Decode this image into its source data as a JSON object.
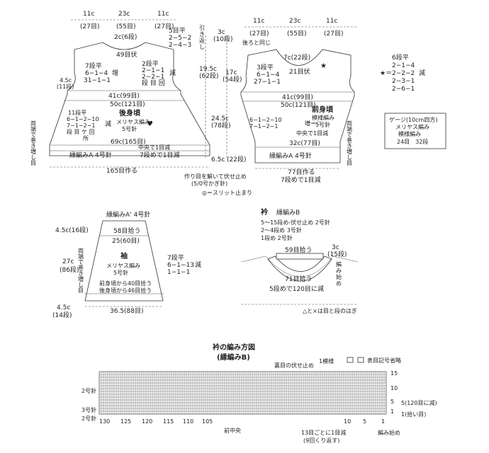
{
  "back": {
    "top": {
      "a": "11c",
      "a2": "(27目)",
      "b": "23c",
      "b2": "(55目)",
      "c": "11c",
      "c2": "(27目)"
    },
    "neck_center": "2c(6段)",
    "neck_bind": "49目伏",
    "neck_shape": [
      "5目平",
      "2−5−2",
      "2−4−3"
    ],
    "shoulder_left": [
      "7段平",
      "6−1−4",
      "31−1−1"
    ],
    "shoulder_right": [
      "2段平",
      "2−1−1",
      "2−2−1",
      "段 目 回"
    ],
    "inc": "増",
    "dec": "減",
    "left_meas": [
      "4.5c",
      "(11段)"
    ],
    "row41": "41c(99目)",
    "row50": "50c(121目)",
    "title": "後身頃",
    "stitch": [
      "メリヤス編み",
      "5号針"
    ],
    "skirt_left": [
      "11段平",
      "6−1−2−10",
      "7−1−2−1",
      "段 目 ケ 回",
      "所"
    ],
    "row69": "69c(165目)",
    "center_dec": "中央で1目減",
    "band": "縁編みA 4号針",
    "band_dec": "7段めで1目減",
    "cast": "165目作る",
    "side_note": "両端で巻き増し目"
  },
  "center": {
    "m3": "3c",
    "m3b": "(10段)",
    "pick": [
      "引",
      "き",
      "返",
      "し"
    ],
    "m19": "19.5c",
    "m19b": "(62段)",
    "m17": "17c",
    "m17b": "(54段)",
    "m24": "24.5c",
    "m24b": "(78段)",
    "m6": "6.5c",
    "m6b": "(22段)",
    "join": [
      "作り目を解いて伏せ止め",
      "(5/0号かぎ針)"
    ],
    "slit": "◎＝スリット止まり"
  },
  "front": {
    "top": {
      "a": "11c",
      "a2": "(27目)",
      "b": "23c",
      "b2": "(55目)",
      "c": "11c",
      "c2": "(27目)"
    },
    "same": "後ろと同じ",
    "neck": "7c(22段)",
    "neck_bind": "21目伏",
    "left": [
      "3段平",
      "6−1−4",
      "27−1−1"
    ],
    "row41": "41c(99目)",
    "row50": "50c(121目)",
    "title": "前身頃",
    "stitch": [
      "模様編み",
      "5号針"
    ],
    "skirt_left": [
      "6−1−2−10",
      "7−1−2−1"
    ],
    "same_skirt": "増＝♡",
    "center_dec": "中央で1目減",
    "row32": "32c(77目)",
    "band": "縁編みA 4号針",
    "cast": "77目作る",
    "band_dec": "7段めで1目減"
  },
  "legend": {
    "rows": [
      "6段平",
      "2−1−4",
      "2−2−2",
      "2−3−1",
      "2−6−1"
    ],
    "mark": "★＝",
    "dec": "減"
  },
  "gauge": {
    "lines": [
      "ゲージ(10cm四方)",
      "メリヤス編み",
      "模様編み",
      "24目　32段"
    ]
  },
  "sleeve": {
    "band": "縁編みA' 4号針",
    "top_meas": [
      "4.5c(16段)"
    ],
    "pick58": "58目拾う",
    "w25": "25(60目)",
    "title": "袖",
    "stitch": [
      "メリヤス編み",
      "5号針"
    ],
    "right": [
      "7段平",
      "6−1−13",
      "1−1−1"
    ],
    "dec": "減",
    "h27": [
      "27c",
      "(86段)"
    ],
    "side": "両端で巻き増し目",
    "pick_notes": [
      "前身頃から40目拾う",
      "後身頃から46目拾う"
    ],
    "bottom": "36.5(88目)",
    "bot_meas": [
      "4.5c",
      "(14段)"
    ]
  },
  "collar": {
    "title": "衿",
    "pattern": "縁編みB",
    "notes": [
      "5〜15段め-伏せ止め 2号針",
      "2〜4段め 3号針",
      "1段め 2号針"
    ],
    "pick59": "59目拾う",
    "meas": [
      "3c",
      "(15段)"
    ],
    "start": [
      "編",
      "み",
      "始",
      "め"
    ],
    "pick71": "71目拾う",
    "dec": "5段めで120目に減",
    "mark": "△と×は目と段のはぎ"
  },
  "chart": {
    "title": [
      "衿の編み方図",
      "(縁編みB)"
    ],
    "bind": "裏目の伏せ止め",
    "repeat": "1模様",
    "legend_note": "表目記号省略",
    "row_labels_left": [
      "2号針",
      "3号針",
      "2号針"
    ],
    "row_nums_right": [
      "15",
      "10",
      "5",
      "1"
    ],
    "dec_note": "5(120目に減)",
    "pick_note": "1(拾い目)",
    "col_nums": [
      "130",
      "125",
      "120",
      "115",
      "110",
      "105",
      "10",
      "5",
      "1"
    ],
    "center": "前中央",
    "every": [
      "13目ごとに1目減",
      "(9回くり返す)"
    ],
    "start": "編み始め"
  }
}
